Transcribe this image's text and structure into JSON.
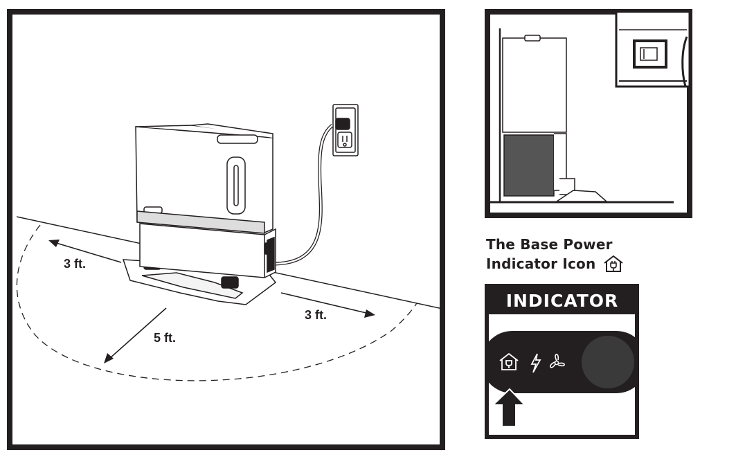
{
  "dimensions": {
    "left": "3 ft.",
    "right": "3 ft.",
    "front": "5 ft."
  },
  "title": {
    "line1": "The Base Power",
    "line2": "Indicator Icon"
  },
  "indicator": {
    "header": "INDICATOR"
  },
  "icons": [
    "home-power-icon",
    "lightning-icon",
    "fan-icon"
  ],
  "colors": {
    "ink": "#231f20",
    "button": "#3a3a3a",
    "background": "#ffffff"
  }
}
